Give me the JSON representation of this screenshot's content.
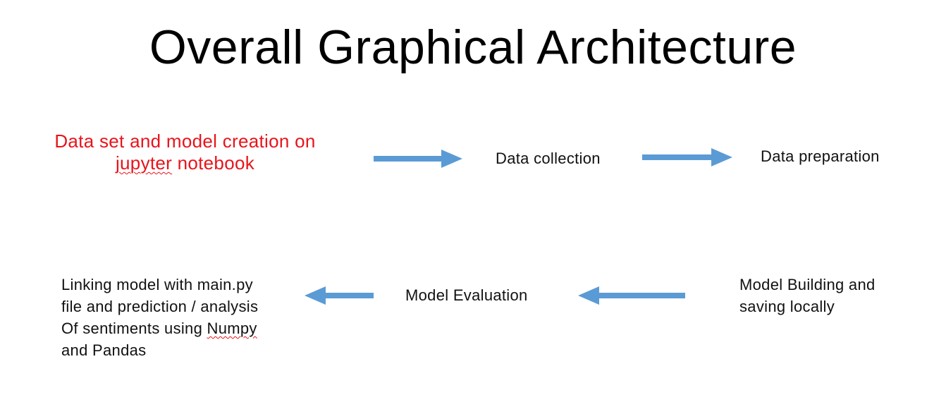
{
  "title": "Overall Graphical Architecture",
  "nodes": {
    "start": {
      "line1": "Data set and model creation on",
      "line2_word1": "jupyter",
      "line2_rest": " notebook",
      "color": "#e8141b"
    },
    "data_collection": "Data collection",
    "data_preparation": "Data preparation",
    "model_building": {
      "line1": "Model Building and",
      "line2": "saving locally"
    },
    "model_evaluation": "Model Evaluation",
    "linking": {
      "line1": "Linking model with main.py",
      "line2": "file and prediction / analysis",
      "line3_prefix": "Of sentiments using ",
      "line3_word": "Numpy",
      "line4": "and Pandas"
    }
  },
  "arrow_color": "#5b9bd5"
}
